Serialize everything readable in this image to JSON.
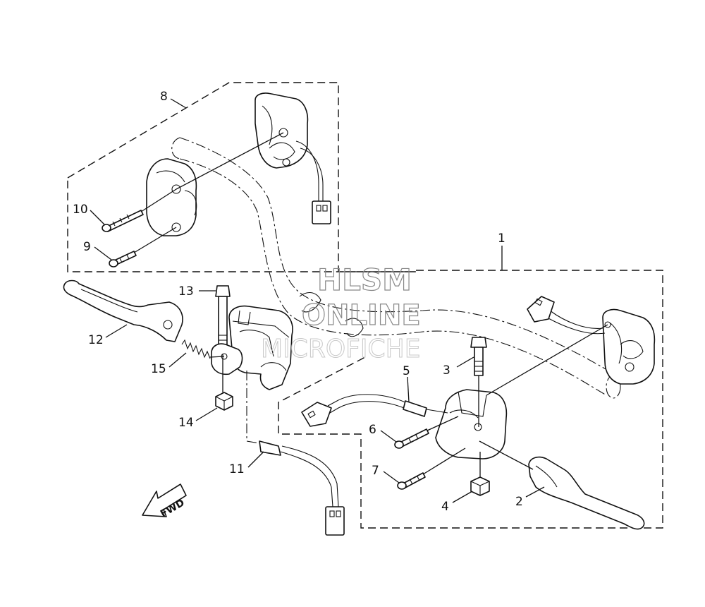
{
  "callouts": {
    "c1": "1",
    "c2": "2",
    "c3": "3",
    "c4": "4",
    "c5": "5",
    "c6": "6",
    "c7": "7",
    "c8": "8",
    "c9": "9",
    "c10": "10",
    "c11": "11",
    "c12": "12",
    "c13": "13",
    "c14": "14",
    "c15": "15"
  },
  "watermark": {
    "line1": "HLSM",
    "line2": "ONLINE",
    "line3": "MICROFICHE"
  },
  "direction_arrow": {
    "label": "FWD"
  }
}
